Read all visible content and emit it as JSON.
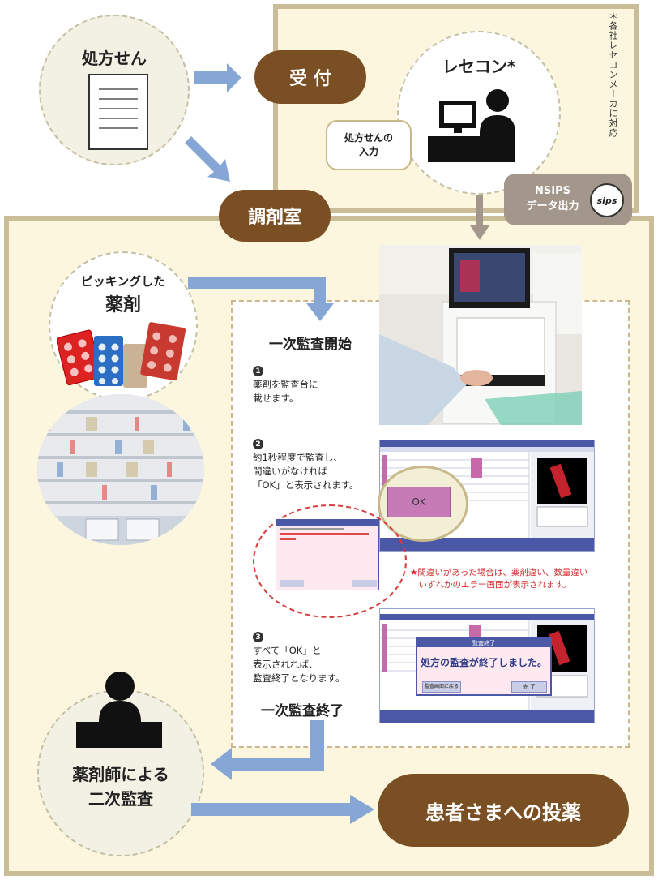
{
  "vertical_note": "＊各社レセコンメーカに対応",
  "prescription": {
    "label": "処方せん"
  },
  "reception": {
    "label": "受 付"
  },
  "recekon": {
    "label": "レセコン*",
    "bubble": "処方せんの\n入力"
  },
  "nsips": {
    "label": "NSIPS\nデータ出力",
    "logo_text": "sips"
  },
  "dispensary": {
    "label": "調剤室"
  },
  "picking": {
    "line1": "ピッキングした",
    "line2": "薬剤"
  },
  "inspection": {
    "start": "一次監査開始",
    "end": "一次監査終了",
    "steps": [
      {
        "num": "1",
        "text": "薬剤を監査台に\n載せます。"
      },
      {
        "num": "2",
        "text": "約1秒程度で監査し、\n間違いがなければ\n「OK」と表示されます。"
      },
      {
        "num": "3",
        "text": "すべて「OK」と\n表示されれば、\n監査終了となります。"
      }
    ],
    "ok_label": "OK",
    "error_note": "★間違いがあった場合は、薬剤違い、数量違い\n　いずれかのエラー画面が表示されます。",
    "complete_popup_title": "監査終了",
    "complete_popup_text": "処方の監査が終了しました。",
    "complete_popup_button": "完 了",
    "complete_popup_back": "監査画面に戻る"
  },
  "pharmacist": {
    "label": "薬剤師による\n二次監査"
  },
  "patient": {
    "label": "患者さまへの投薬"
  },
  "colors": {
    "brown": "#7a4f23",
    "panel_border": "#cbbd98",
    "panel_fill": "#fbf6dd",
    "arrow_blue": "#86a6d6",
    "red": "#d42a2a"
  }
}
